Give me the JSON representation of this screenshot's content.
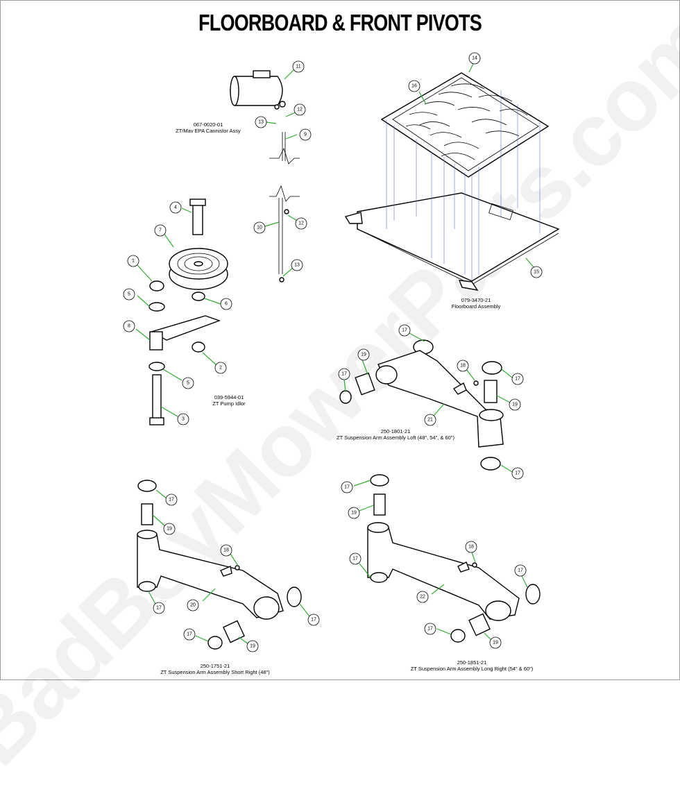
{
  "title": "FLOORBOARD & FRONT PIVOTS",
  "watermark": "BadBoyMowerParts.com",
  "assemblies": {
    "cannister": {
      "part_number": "067-0020-01",
      "name": "ZT/Mav EPA Cannistor Assy"
    },
    "floorboard": {
      "part_number": "079-3470-21",
      "name": "Floorboard Assembly"
    },
    "pump_idler": {
      "part_number": "039-5944-01",
      "name": "ZT Pump Idlor"
    },
    "arm_left": {
      "part_number": "250-1801-21",
      "name": "ZT Suspension Arm Assembly Loft (48\", 54\", & 60\")"
    },
    "arm_short_right": {
      "part_number": "250-1751-21",
      "name": "ZT Suspension Arm Assembly Short Right (48\")"
    },
    "arm_long_right": {
      "part_number": "250-1851-21",
      "name": "ZT Suspension Arm Assembly Long Right (54\" & 60\")"
    }
  },
  "callouts": [
    {
      "id": "c11",
      "label": "11"
    },
    {
      "id": "c12a",
      "label": "12"
    },
    {
      "id": "c13a",
      "label": "13"
    },
    {
      "id": "c9",
      "label": "9"
    },
    {
      "id": "c10",
      "label": "10"
    },
    {
      "id": "c12b",
      "label": "12"
    },
    {
      "id": "c13b",
      "label": "13"
    },
    {
      "id": "c14",
      "label": "14"
    },
    {
      "id": "c16",
      "label": "16"
    },
    {
      "id": "c15",
      "label": "15"
    },
    {
      "id": "c4",
      "label": "4"
    },
    {
      "id": "c7",
      "label": "7"
    },
    {
      "id": "c1",
      "label": "1"
    },
    {
      "id": "c5a",
      "label": "5"
    },
    {
      "id": "c6",
      "label": "6"
    },
    {
      "id": "c8",
      "label": "8"
    },
    {
      "id": "c2",
      "label": "2"
    },
    {
      "id": "c5b",
      "label": "5"
    },
    {
      "id": "c3",
      "label": "3"
    },
    {
      "id": "cL17a",
      "label": "17"
    },
    {
      "id": "cL19a",
      "label": "19"
    },
    {
      "id": "cL17b",
      "label": "17"
    },
    {
      "id": "cL18",
      "label": "18"
    },
    {
      "id": "cL17c",
      "label": "17"
    },
    {
      "id": "cL19b",
      "label": "19"
    },
    {
      "id": "cL21",
      "label": "21"
    },
    {
      "id": "cL17d",
      "label": "17"
    },
    {
      "id": "cS17a",
      "label": "17"
    },
    {
      "id": "cS19a",
      "label": "19"
    },
    {
      "id": "cS18",
      "label": "18"
    },
    {
      "id": "cS17b",
      "label": "17"
    },
    {
      "id": "cS20",
      "label": "20"
    },
    {
      "id": "cS17c",
      "label": "17"
    },
    {
      "id": "cS17d",
      "label": "17"
    },
    {
      "id": "cS19b",
      "label": "19"
    },
    {
      "id": "cR17a",
      "label": "17"
    },
    {
      "id": "cR19a",
      "label": "19"
    },
    {
      "id": "cR17b",
      "label": "17"
    },
    {
      "id": "cR18",
      "label": "18"
    },
    {
      "id": "cR17c",
      "label": "17"
    },
    {
      "id": "cR22",
      "label": "22"
    },
    {
      "id": "cR17d",
      "label": "17"
    },
    {
      "id": "cR19b",
      "label": "19"
    }
  ]
}
